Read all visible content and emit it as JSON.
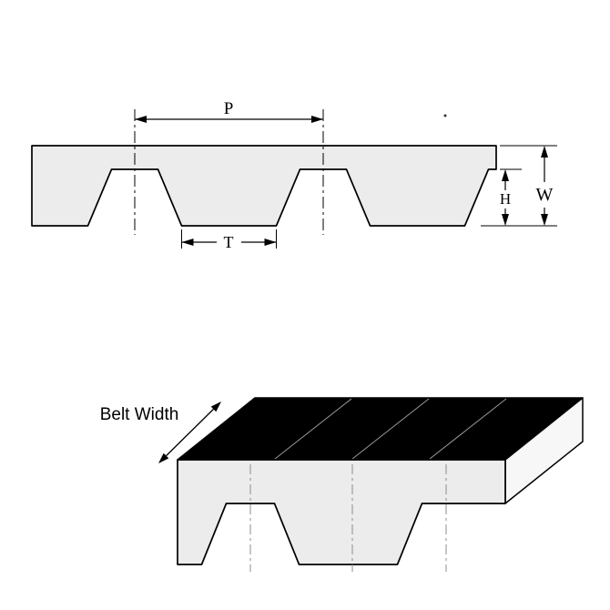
{
  "labels": {
    "pitch": "P",
    "tooth_width": "T",
    "tooth_height": "H",
    "overall_thickness": "W",
    "belt_width": "Belt Width"
  },
  "colors": {
    "background": "#ffffff",
    "outline": "#000000",
    "belt_fill": "#ececec",
    "end_face_fill": "#f7f7f7",
    "top_face_fill": "#000000",
    "centerline": "#888888"
  }
}
